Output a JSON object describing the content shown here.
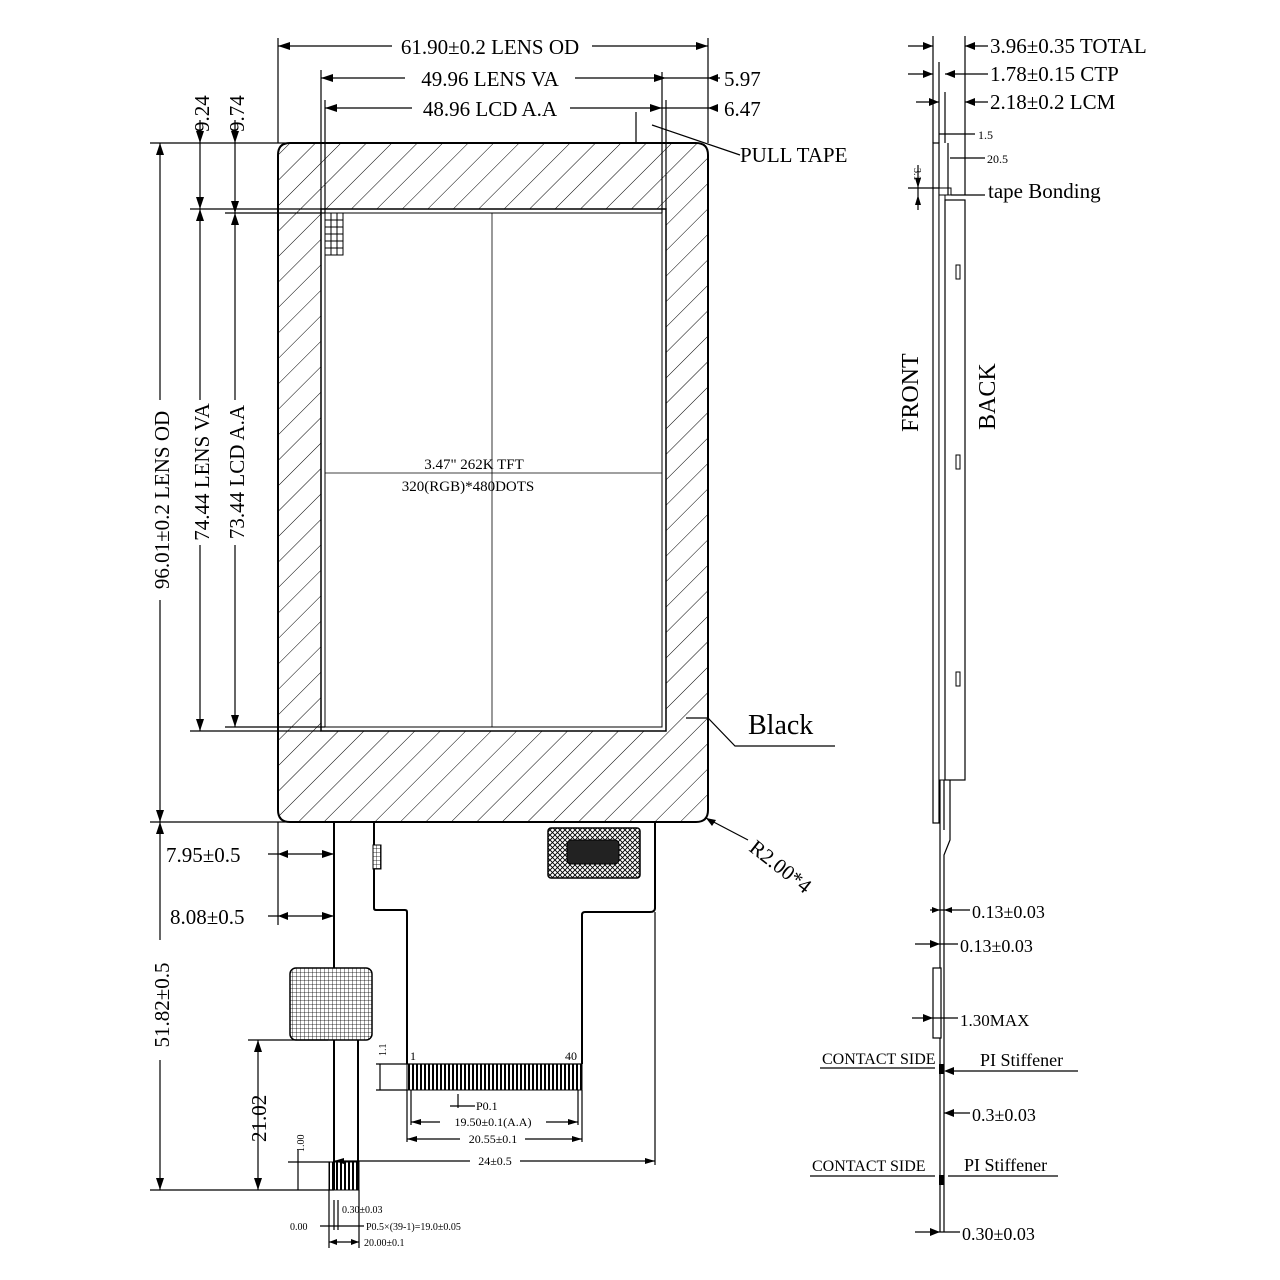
{
  "panel": {
    "title": "3.47\" 262K TFT",
    "resolution": "320(RGB)*480DOTS",
    "bezel_color_label": "Black",
    "corner_radius": "R2.00*4",
    "pull_tape": "PULL TAPE"
  },
  "front_dims": {
    "lens_od_w": "61.90±0.2 LENS OD",
    "lens_va_w": "49.96 LENS VA",
    "lcd_aa_w": "48.96 LCD A.A",
    "offset_597": "5.97",
    "offset_647": "6.47",
    "top_924": "9.24",
    "top_974": "9.74",
    "lens_od_h": "96.01±0.2 LENS OD",
    "lens_va_h": "74.44 LENS VA",
    "lcd_aa_h": "73.44 LCD A.A",
    "fpc_795": "7.95±0.5",
    "fpc_808": "8.08±0.5",
    "fpc_len": "51.82±0.5",
    "fpc_2102": "21.02",
    "fpc_100": "1.00",
    "fpc_11": "1.1",
    "pin_first": "1",
    "pin_last": "40",
    "pitch": "P0.1",
    "pins_aa": "19.50±0.1(A.A)",
    "pins_w": "20.55±0.1",
    "fpc_w": "24±0.5",
    "tail_030": "0.30±0.03",
    "tail_000": "0.00",
    "tail_pitch": "P0.5×(39-1)=19.0±0.05",
    "tail_2000": "20.00±0.1"
  },
  "side_dims": {
    "total": "3.96±0.35 TOTAL",
    "ctp": "1.78±0.15 CTP",
    "lcm": "2.18±0.2 LCM",
    "d15": "1.5",
    "d205": "20.5",
    "d31": "3.1",
    "tape": "tape Bonding",
    "front": "FRONT",
    "back": "BACK",
    "t013a": "0.13±0.03",
    "t013b": "0.13±0.03",
    "t130": "1.30MAX",
    "contact1": "CONTACT SIDE",
    "stiff1": "PI Stiffener",
    "t03": "0.3±0.03",
    "contact2": "CONTACT SIDE",
    "stiff2": "PI Stiffener",
    "t030": "0.30±0.03"
  }
}
